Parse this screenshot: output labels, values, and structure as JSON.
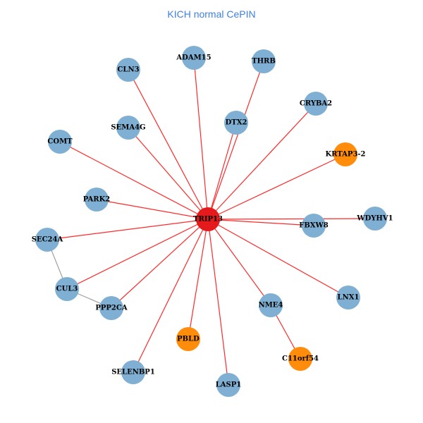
{
  "title": "KICH normal CePIN",
  "colors": {
    "hub": "#e41a1c",
    "default_node": "#7fb0d3",
    "highlight_node": "#ff8c0a",
    "edge_main": "#ff2a2a",
    "edge_other": "#a0a0a0"
  },
  "nodes": [
    {
      "id": "TRIP13",
      "type": "hub"
    },
    {
      "id": "ADAM15",
      "type": "default"
    },
    {
      "id": "THRB",
      "type": "default"
    },
    {
      "id": "CLN3",
      "type": "default"
    },
    {
      "id": "CRYBA2",
      "type": "default"
    },
    {
      "id": "DTX2",
      "type": "default"
    },
    {
      "id": "SEMA4G",
      "type": "default"
    },
    {
      "id": "COMT",
      "type": "default"
    },
    {
      "id": "KRTAP3-2",
      "type": "highlight"
    },
    {
      "id": "PARK2",
      "type": "default"
    },
    {
      "id": "SEC24A",
      "type": "default"
    },
    {
      "id": "FBXW8",
      "type": "default"
    },
    {
      "id": "WDYHV1",
      "type": "default"
    },
    {
      "id": "CUL3",
      "type": "default"
    },
    {
      "id": "PPP2CA",
      "type": "default"
    },
    {
      "id": "NME4",
      "type": "default"
    },
    {
      "id": "LNX1",
      "type": "default"
    },
    {
      "id": "PBLD",
      "type": "highlight"
    },
    {
      "id": "C11orf54",
      "type": "highlight"
    },
    {
      "id": "SELENBP1",
      "type": "default"
    },
    {
      "id": "LASP1",
      "type": "default"
    }
  ],
  "edges": [
    {
      "from": "TRIP13",
      "to": "ADAM15",
      "kind": "main"
    },
    {
      "from": "TRIP13",
      "to": "THRB",
      "kind": "main"
    },
    {
      "from": "TRIP13",
      "to": "CLN3",
      "kind": "main"
    },
    {
      "from": "TRIP13",
      "to": "CRYBA2",
      "kind": "main"
    },
    {
      "from": "TRIP13",
      "to": "DTX2",
      "kind": "main"
    },
    {
      "from": "TRIP13",
      "to": "SEMA4G",
      "kind": "main"
    },
    {
      "from": "TRIP13",
      "to": "COMT",
      "kind": "main"
    },
    {
      "from": "TRIP13",
      "to": "KRTAP3-2",
      "kind": "main"
    },
    {
      "from": "TRIP13",
      "to": "PARK2",
      "kind": "main"
    },
    {
      "from": "TRIP13",
      "to": "SEC24A",
      "kind": "main"
    },
    {
      "from": "TRIP13",
      "to": "FBXW8",
      "kind": "main"
    },
    {
      "from": "TRIP13",
      "to": "WDYHV1",
      "kind": "main"
    },
    {
      "from": "TRIP13",
      "to": "CUL3",
      "kind": "main"
    },
    {
      "from": "TRIP13",
      "to": "PPP2CA",
      "kind": "main"
    },
    {
      "from": "TRIP13",
      "to": "NME4",
      "kind": "main"
    },
    {
      "from": "TRIP13",
      "to": "LNX1",
      "kind": "main"
    },
    {
      "from": "TRIP13",
      "to": "PBLD",
      "kind": "main"
    },
    {
      "from": "TRIP13",
      "to": "SELENBP1",
      "kind": "main"
    },
    {
      "from": "TRIP13",
      "to": "LASP1",
      "kind": "main"
    },
    {
      "from": "NME4",
      "to": "C11orf54",
      "kind": "main"
    },
    {
      "from": "SEC24A",
      "to": "CUL3",
      "kind": "other"
    },
    {
      "from": "CUL3",
      "to": "PPP2CA",
      "kind": "other"
    }
  ]
}
